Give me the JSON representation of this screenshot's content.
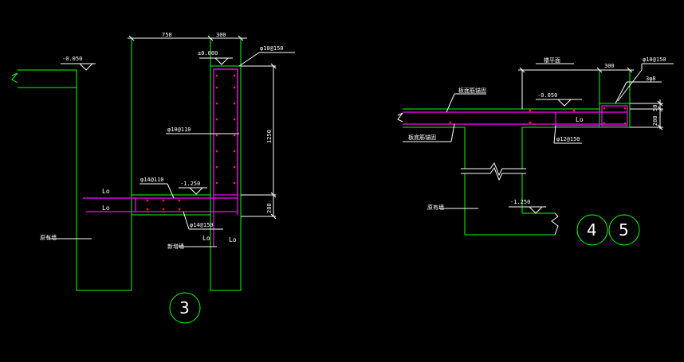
{
  "detail3": {
    "dim_top_left": "750",
    "dim_top_right": "300",
    "dim_right_tall": "1250",
    "dim_right_small": "200",
    "level_left": "-0.050",
    "level_right": "±0.000",
    "level_mid": "-1.250",
    "rebar_top": "φ10@150",
    "rebar_vertical": "φ10@110",
    "rebar_horiz_top": "φ14@110",
    "rebar_horiz_bot": "φ14@150",
    "lo_labels": [
      "Lo",
      "Lo",
      "Lo",
      "Lo"
    ],
    "note_left": "原有墙",
    "note_right": "新增墙",
    "circle_number": "3"
  },
  "detail45": {
    "dim_top_right": "300",
    "dim_right_a": "50",
    "dim_right_b": "200",
    "label_top": "楼平面",
    "label_rebar_top": "φ10@150",
    "label_count": "3φ8",
    "level_top": "-0.050",
    "level_bottom": "-1.250",
    "rebar_mid": "φ12@150",
    "note_slab_top": "板面筋锚固",
    "note_slab_bot": "板底筋锚固",
    "note_wall": "原有墙",
    "lo_label": "Lo",
    "circle_numbers": [
      "4",
      "5"
    ]
  },
  "colors": {
    "background": "#000000",
    "structure": "#00ff00",
    "rebar": "#ff00ff",
    "annotation": "#ffffff",
    "rebar_dot": "#ff2020"
  }
}
